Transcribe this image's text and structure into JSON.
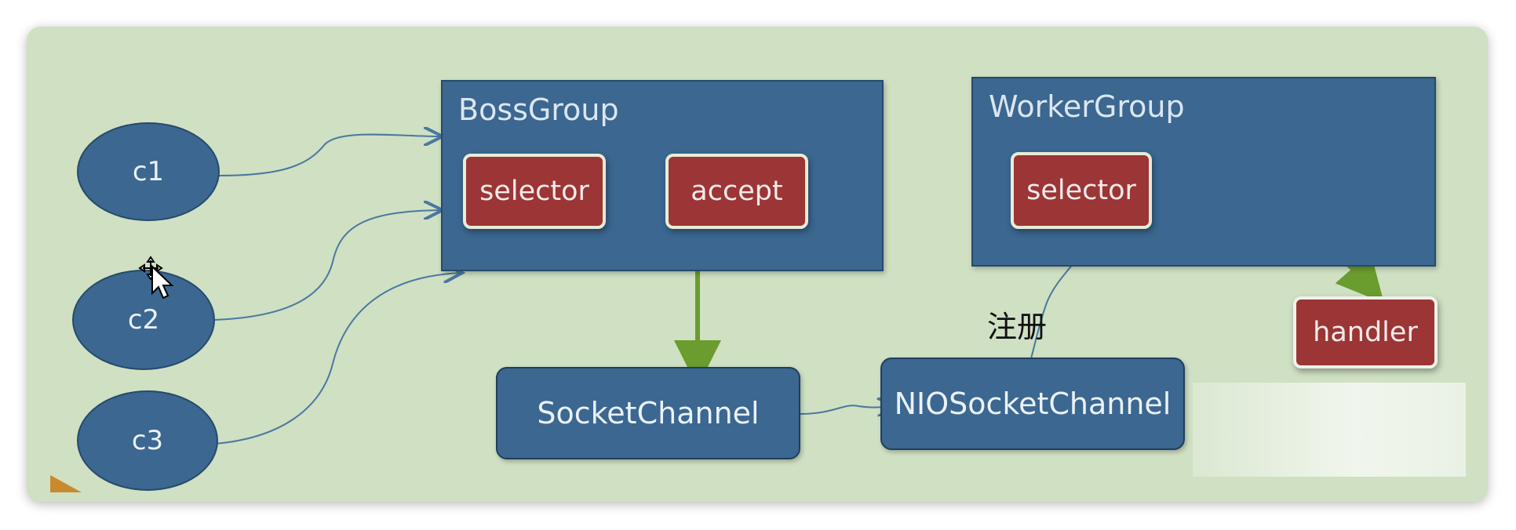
{
  "clients": [
    {
      "label": "c1"
    },
    {
      "label": "c2"
    },
    {
      "label": "c3"
    }
  ],
  "boss_group": {
    "title": "BossGroup",
    "selector_label": "selector",
    "accept_label": "accept"
  },
  "worker_group": {
    "title": "WorkerGroup",
    "selector_label": "selector"
  },
  "socket_channel_label": "SocketChannel",
  "nio_socket_channel_label": "NIOSocketChannel",
  "register_label": "注册",
  "handler_label": "handler",
  "colors": {
    "background": "#cfe0c3",
    "node_blue": "#3b6790",
    "node_red": "#9c3535",
    "arrow_green": "#6a9c2e",
    "connector_blue": "#4a78a0"
  }
}
